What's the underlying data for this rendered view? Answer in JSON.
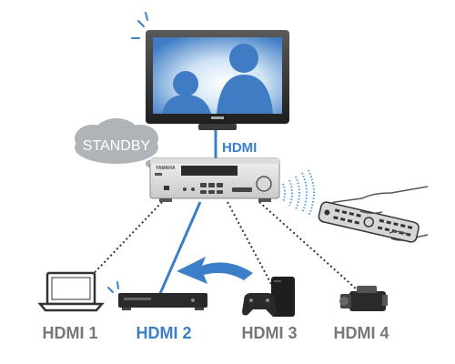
{
  "labels": {
    "standby": "STANDBY",
    "hdmi_out": "HDMI",
    "inputs": [
      "HDMI 1",
      "HDMI 2",
      "HDMI 3",
      "HDMI 4"
    ]
  },
  "brand_mark": "YAMAHA",
  "active_input": "HDMI 2",
  "colors": {
    "active_blue": "#3a7fc8",
    "inactive_gray": "#777777",
    "line_dark": "#333333",
    "screen_light": "#cfe3f5",
    "screen_dark": "#3f7cc4",
    "cloud": "#b0b3b8"
  },
  "icons": [
    "tv-icon",
    "receiver-icon",
    "remote-control-icon",
    "laptop-icon",
    "blu-ray-player-icon",
    "game-console-icon",
    "camcorder-icon",
    "switch-arrow-icon",
    "standby-cloud-icon"
  ]
}
